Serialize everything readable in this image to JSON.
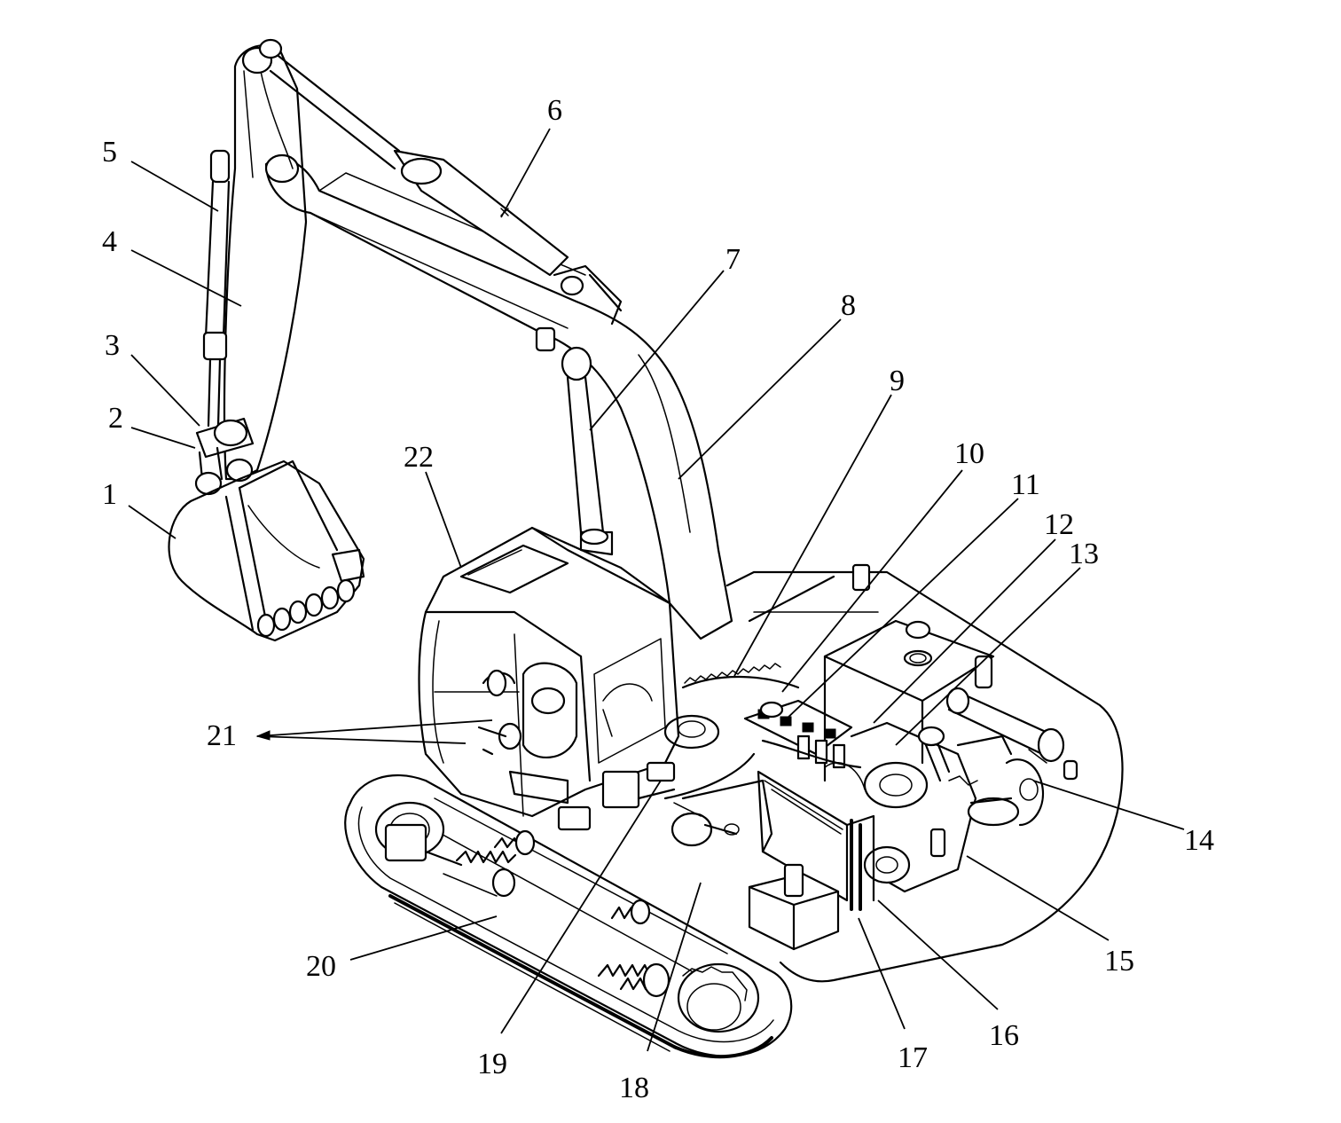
{
  "labels": {
    "l1": "1",
    "l2": "2",
    "l3": "3",
    "l4": "4",
    "l5": "5",
    "l6": "6",
    "l7": "7",
    "l8": "8",
    "l9": "9",
    "l10": "10",
    "l11": "11",
    "l12": "12",
    "l13": "13",
    "l14": "14",
    "l15": "15",
    "l16": "16",
    "l17": "17",
    "l18": "18",
    "l19": "19",
    "l20": "20",
    "l21": "21",
    "l22": "22"
  },
  "colors": {
    "ink": "#000000",
    "background": "#ffffff"
  }
}
